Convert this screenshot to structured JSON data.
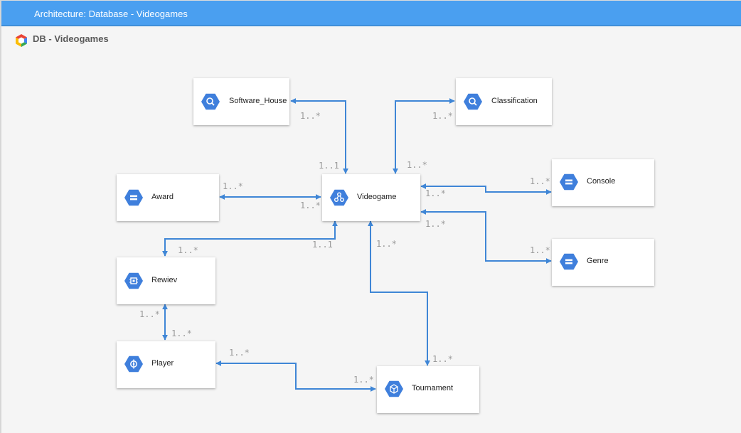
{
  "window": {
    "title": "Architecture: Database - Videogames"
  },
  "project": {
    "name": "DB - Videogames",
    "icon": "google-cloud-logo-icon"
  },
  "colors": {
    "titlebar": "#4a9ff0",
    "edge": "#3f86d6",
    "node_icon": "#3f7fdc",
    "multiplicity": "#9a9a9a"
  },
  "nodes": {
    "software_house": {
      "label": "Software_House",
      "icon": "search-hexagon-icon"
    },
    "classification": {
      "label": "Classification",
      "icon": "search-hexagon-icon"
    },
    "award": {
      "label": "Award",
      "icon": "storage-hexagon-icon"
    },
    "videogame": {
      "label": "Videogame",
      "icon": "network-hexagon-icon"
    },
    "console": {
      "label": "Console",
      "icon": "storage-hexagon-icon"
    },
    "genre": {
      "label": "Genre",
      "icon": "storage-hexagon-icon"
    },
    "review": {
      "label": "Rewiev",
      "icon": "chip-hexagon-icon"
    },
    "player": {
      "label": "Player",
      "icon": "gear-hexagon-icon"
    },
    "tournament": {
      "label": "Tournament",
      "icon": "cube-hexagon-icon"
    }
  },
  "edges": [
    {
      "from": "Software_House",
      "to": "Videogame",
      "from_mult": "1..*",
      "to_mult": "1..1"
    },
    {
      "from": "Classification",
      "to": "Videogame",
      "from_mult": "1..*",
      "to_mult": "1..*"
    },
    {
      "from": "Award",
      "to": "Videogame",
      "from_mult": "1..*",
      "to_mult": "1..*"
    },
    {
      "from": "Console",
      "to": "Videogame",
      "from_mult": "1..*",
      "to_mult": "1..*"
    },
    {
      "from": "Genre",
      "to": "Videogame",
      "from_mult": "1..*",
      "to_mult": "1..*"
    },
    {
      "from": "Rewiev",
      "to": "Videogame",
      "from_mult": "1..*",
      "to_mult": "1..1"
    },
    {
      "from": "Tournament",
      "to": "Videogame",
      "from_mult": "1..*",
      "to_mult": "1..*"
    },
    {
      "from": "Rewiev",
      "to": "Player",
      "from_mult": "1..*",
      "to_mult": "1..*"
    },
    {
      "from": "Player",
      "to": "Tournament",
      "from_mult": "1..*",
      "to_mult": "1..*"
    }
  ]
}
